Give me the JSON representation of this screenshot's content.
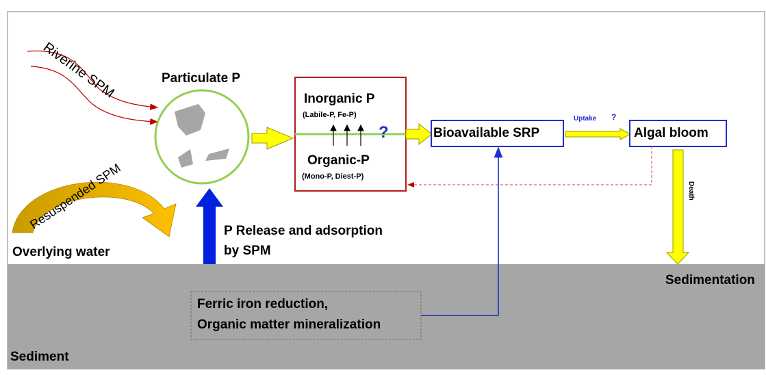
{
  "labels": {
    "riverine_spm": "Riverine SPM",
    "particulate_p": "Particulate P",
    "resuspended_spm": "Resuspended SPM",
    "overlying_water": "Overlying water",
    "p_release_line1": "P Release and adsorption",
    "p_release_line2": "by SPM",
    "inorganic_p": "Inorganic P",
    "inorganic_sub": "(Labile-P, Fe-P)",
    "organic_p": "Organic-P",
    "organic_sub": "(Mono-P, Diest-P)",
    "question_mark": "?",
    "bioavailable_srp": "Bioavailable SRP",
    "uptake": "Uptake",
    "uptake_q": "?",
    "algal_bloom": "Algal bloom",
    "death": "Death",
    "sedimentation": "Sedimentation",
    "process_line1": "Ferric iron reduction,",
    "process_line2": "Organic matter mineralization",
    "sediment": "Sediment"
  },
  "colors": {
    "sediment": "#a6a6a6",
    "yellow_arrow": "#ffff00",
    "yellow_outline": "#9a9a00",
    "circle_stroke": "#92d050",
    "box_red": "#b31b1b",
    "box_blue": "#1f2ec9",
    "river_arrow": "#c00000",
    "blue_arrow": "#0022dd",
    "gold_arrow": "#e6a800",
    "question_blue": "#1f2ec9"
  }
}
